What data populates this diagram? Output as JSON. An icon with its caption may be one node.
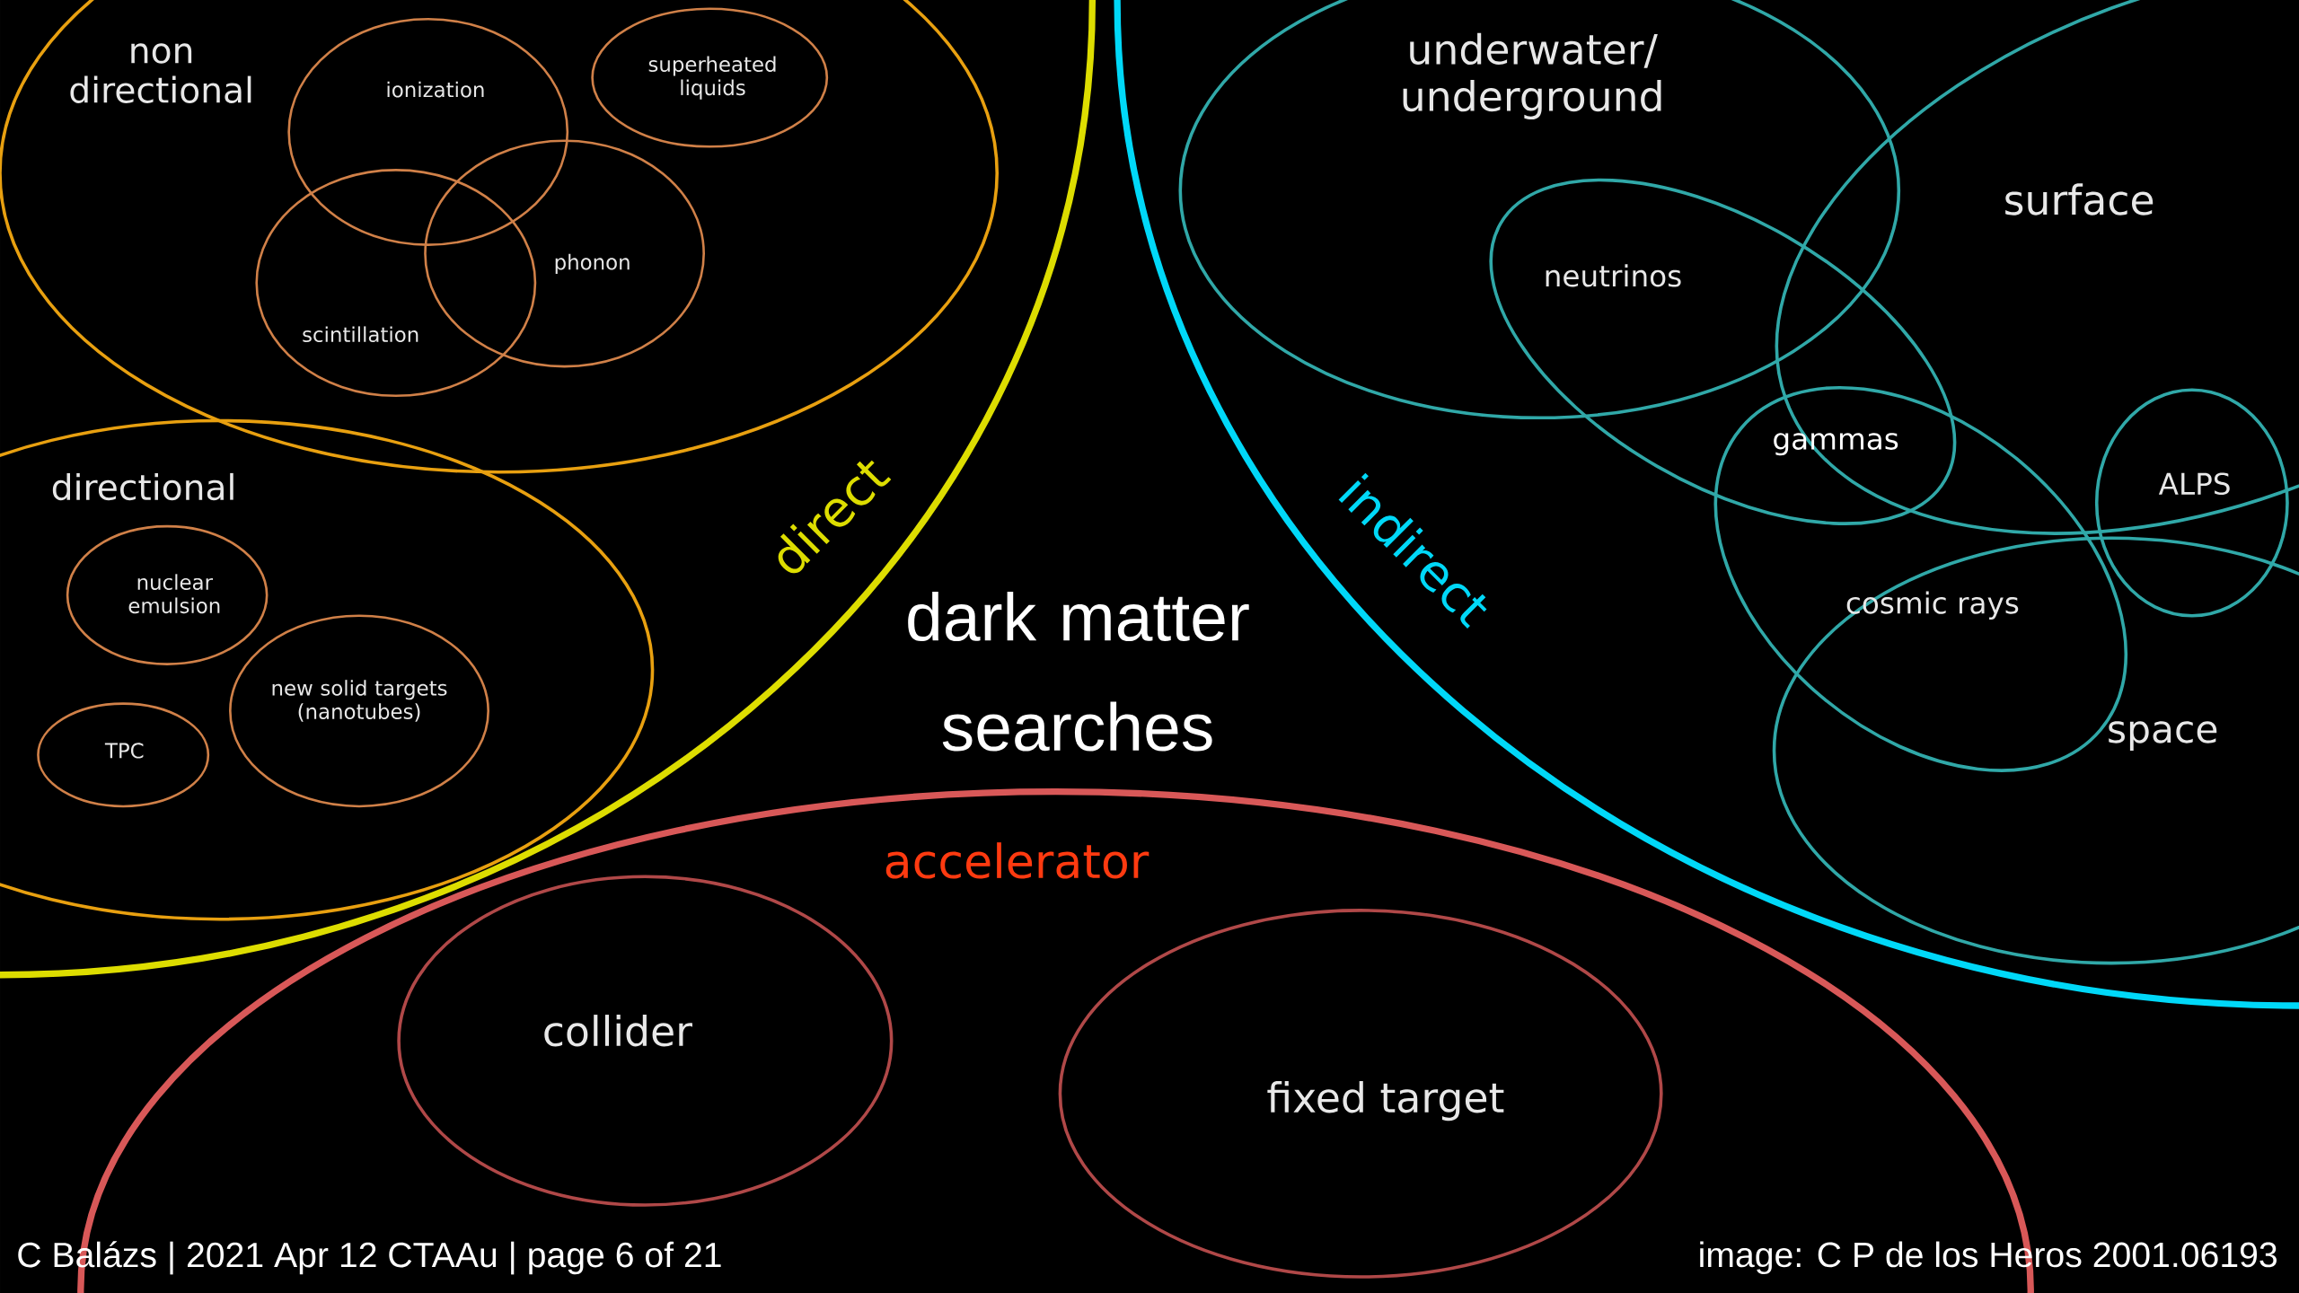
{
  "diagram": {
    "nodes": [
      {
        "text": [
          "direct"
        ]
      },
      {
        "text": [
          "non directional"
        ],
        "in": 0
      },
      {
        "text": [
          "ionization"
        ],
        "in": 1
      },
      {
        "text": [
          "superheated liquids"
        ],
        "in": 1
      },
      {
        "text": [
          "scintillation"
        ],
        "in": 1
      },
      {
        "text": [
          "phonon"
        ],
        "in": 1
      },
      {
        "text": [
          "directional"
        ],
        "in": 0
      },
      {
        "text": [
          "nuclear emulsion"
        ],
        "in": 6
      },
      {
        "text": [
          "new solid targets (nanotubes)"
        ],
        "in": 6
      },
      {
        "text": [
          "TPC"
        ],
        "in": 6
      },
      {
        "text": [
          "indirect"
        ]
      },
      {
        "text": [
          "underwater/ underground"
        ],
        "in": 10
      },
      {
        "text": [
          "surface"
        ],
        "in": 10
      },
      {
        "text": [
          "space"
        ],
        "in": 10
      },
      {
        "text": [
          "neutrinos"
        ],
        "in": 10
      },
      {
        "text": [
          "cosmic rays"
        ],
        "in": 10
      },
      {
        "text": [
          "ALPS"
        ],
        "in": 10
      },
      {
        "text": [
          "accelerator"
        ]
      },
      {
        "text": [
          "collider"
        ],
        "in": 17
      },
      {
        "text": [
          "fixed target"
        ],
        "in": 17
      }
    ],
    "labels": [
      "gammas",
      "dark matter searches",
      "C Balázs | 2021 Apr 12 CTAAu | page 6 of 21",
      "image: C P de los Heros 2001.06193"
    ]
  }
}
